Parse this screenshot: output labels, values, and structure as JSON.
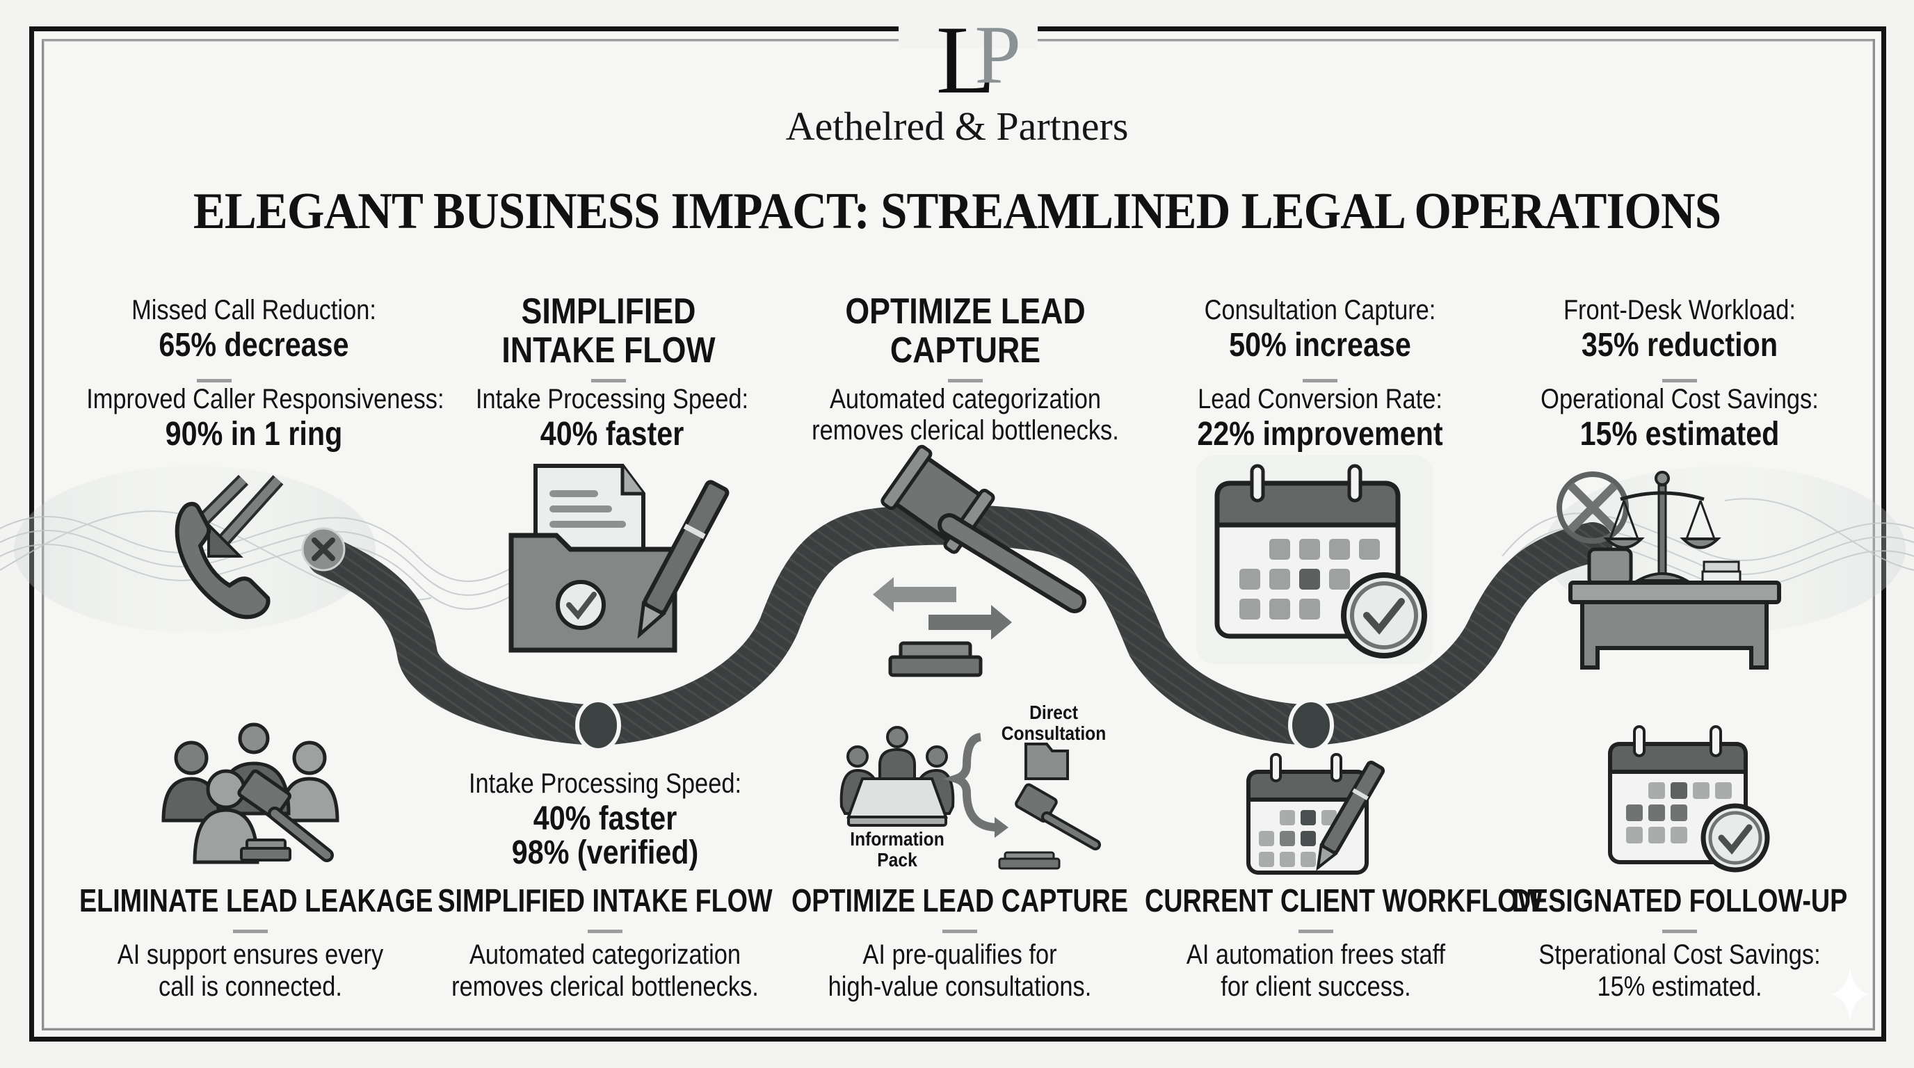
{
  "brand": {
    "monogram_l": "L",
    "monogram_p": "P",
    "firm_name": "Aethelred & Partners"
  },
  "title": "ELEGANT BUSINESS IMPACT: STREAMLINED LEGAL OPERATIONS",
  "top_columns": [
    {
      "type": "stats",
      "label1": "Missed Call Reduction:",
      "value1": "65% decrease",
      "label2": "Improved Caller Responsiveness:",
      "value2": "90% in 1 ring",
      "icon": "phone-missed-call-icon"
    },
    {
      "type": "heading",
      "heading_line1": "SIMPLIFIED",
      "heading_line2": "INTAKE FLOW",
      "label2": "Intake Processing Speed:",
      "value2": "40% faster",
      "icon": "folder-document-pen-icon"
    },
    {
      "type": "heading",
      "heading_line1": "OPTIMIZE LEAD",
      "heading_line2": "CAPTURE",
      "desc_line1": "Automated categorization",
      "desc_line2": "removes clerical bottlenecks.",
      "icon": "gavel-exchange-icon"
    },
    {
      "type": "stats",
      "label1": "Consultation Capture:",
      "value1": "50% increase",
      "label2": "Lead Conversion Rate:",
      "value2": "22% improvement",
      "icon": "calendar-check-icon"
    },
    {
      "type": "stats",
      "label1": "Front-Desk Workload:",
      "value1": "35% reduction",
      "label2": "Operational Cost Savings:",
      "value2": "15% estimated",
      "icon": "desk-scales-icon"
    }
  ],
  "mid_labels": {
    "direct_consultation_line1": "Direct",
    "direct_consultation_line2": "Consultation",
    "information_pack_line1": "Information",
    "information_pack_line2": "Pack"
  },
  "middle_stat": {
    "label": "Intake Processing Speed:",
    "value1": "40% faster",
    "value2": "98% (verified)"
  },
  "bottom_columns": [
    {
      "title": "ELIMINATE LEAD LEAKAGE",
      "desc_line1": "AI support ensures every",
      "desc_line2": "call is connected.",
      "icon": "team-gavel-icon"
    },
    {
      "title": "SIMPLIFIED INTAKE FLOW",
      "desc_line1": "Automated categorization",
      "desc_line2": "removes clerical bottlenecks."
    },
    {
      "title": "OPTIMIZE LEAD CAPTURE",
      "desc_line1": "AI pre-qualifies for",
      "desc_line2": "high-value consultations.",
      "icon": "meeting-routing-icon"
    },
    {
      "title": "CURRENT CLIENT WORKFLOW",
      "desc_line1": "AI automation frees staff",
      "desc_line2": "for client success.",
      "icon": "calendar-pen-icon"
    },
    {
      "title": "DESIGNATED FOLLOW-UP",
      "desc_line1": "Stperational Cost Savings:",
      "desc_line2": "15% estimated.",
      "icon": "calendar-check-icon"
    }
  ],
  "colors": {
    "ink": "#121212",
    "icon_fill": "#6f7372",
    "icon_dark": "#4a504f",
    "path": "#3f4443",
    "divider": "#9d9d9d",
    "background": "#f3f4f1"
  }
}
